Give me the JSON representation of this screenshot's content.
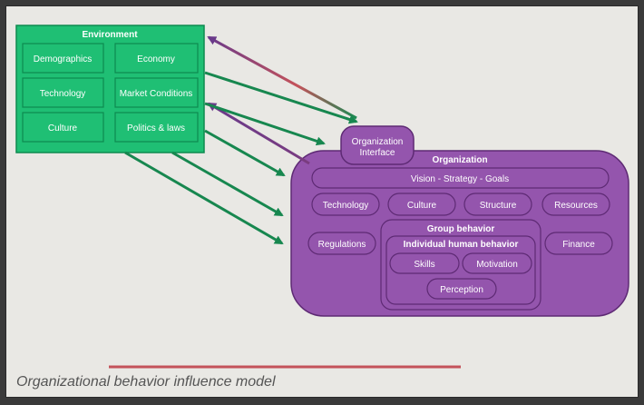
{
  "environment": {
    "title": "Environment",
    "items": [
      "Demographics",
      "Economy",
      "Technology",
      "Market Conditions",
      "Culture",
      "Politics & laws"
    ]
  },
  "interface": {
    "line1": "Organization",
    "line2": "Interface"
  },
  "organization": {
    "title": "Organization",
    "vision": "Vision - Strategy - Goals",
    "row": [
      "Technology",
      "Culture",
      "Structure",
      "Resources"
    ],
    "regulations": "Regulations",
    "finance": "Finance",
    "group": {
      "title": "Group behavior",
      "individual": {
        "title": "Individual human behavior",
        "skills": "Skills",
        "motivation": "Motivation",
        "perception": "Perception"
      }
    }
  },
  "caption": "Organizational behavior influence model",
  "colors": {
    "green": "#1fbf74",
    "green_dark": "#0e8a4f",
    "purple": "#9455ad",
    "purple_dark": "#5e2a74",
    "arrow_green": "#17874f",
    "arrow_purple": "#6a3a8a",
    "feedback": "#c4525a"
  }
}
